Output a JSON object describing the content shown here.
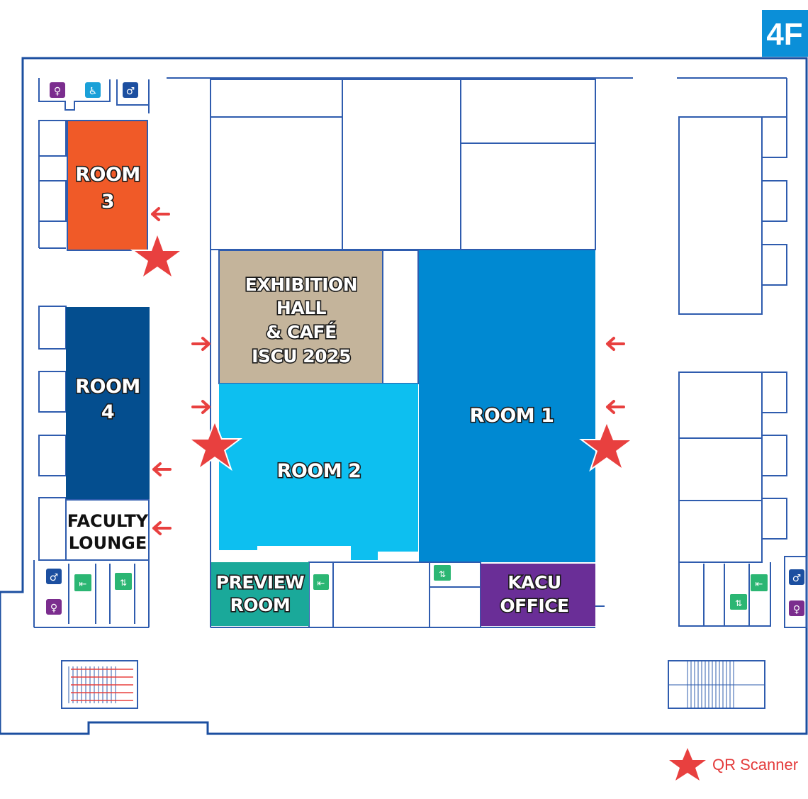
{
  "floor": {
    "label": "4F",
    "color": "#0b8fd8"
  },
  "rooms": {
    "room3": {
      "lines": [
        "ROOM",
        "3"
      ],
      "color": "#f05a28"
    },
    "room4": {
      "lines": [
        "ROOM",
        "4"
      ],
      "color": "#044e8f"
    },
    "faculty_lounge": {
      "lines": [
        "FACULTY",
        "LOUNGE"
      ],
      "color": "#ffffff"
    },
    "exhibition_hall": {
      "lines": [
        "EXHIBITION",
        "HALL",
        "& CAFÉ",
        "ISCU 2025"
      ],
      "color": "#c4b49b"
    },
    "room2": {
      "lines": [
        "ROOM 2"
      ],
      "color": "#0dbff0"
    },
    "room1": {
      "lines": [
        "ROOM 1"
      ],
      "color": "#0089d2"
    },
    "preview_room": {
      "lines": [
        "PREVIEW",
        "ROOM"
      ],
      "color": "#1aa99a"
    },
    "kacu_office": {
      "lines": [
        "KACU",
        "OFFICE"
      ],
      "color": "#6a2e97"
    }
  },
  "legend": {
    "qr_scanner": "QR Scanner",
    "marker_color": "#e8403f"
  },
  "colors": {
    "wall": "#1c4fa0",
    "arrow": "#e8403f",
    "restroom_female": "#7b2d8e",
    "restroom_male": "#1c4fa0",
    "accessible": "#1aa0d8",
    "exit_green": "#2bb673"
  },
  "icons": [
    "female-restroom-icon",
    "accessible-restroom-icon",
    "male-restroom-icon",
    "emergency-exit-icon",
    "elevator-icon",
    "qr-scanner-star-icon",
    "entrance-arrow-icon"
  ]
}
